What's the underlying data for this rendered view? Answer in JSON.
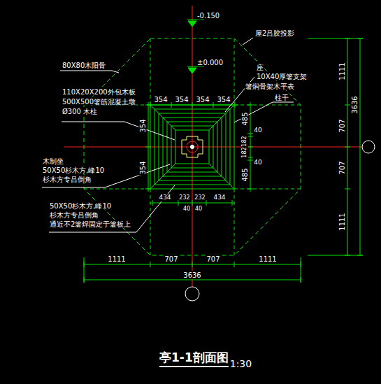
{
  "diagram": {
    "title": "亭1-1剖面图",
    "caption": "1:30",
    "labels": [
      "-0.150",
      "±0.000",
      "屋2吕胶投影",
      "80X80木阳骨",
      "110X20X200外包木板",
      "500X500箸筋混凝土墩",
      "Ø300 木柱",
      "座",
      "10X40厚箸支架",
      "箸焖骨架木平表",
      "柱干",
      "354",
      "354",
      "354",
      "354",
      "354",
      "354",
      "485",
      "40",
      "182",
      "182",
      "40",
      "485",
      "434",
      "232",
      "232",
      "434",
      "40",
      "40",
      "木制坐",
      "50X50杉木方,峰10",
      "杉木方专吕倒角",
      "50X50杉木方,峰10",
      "杉木方专吕倒角",
      "通近不2箸焊固定于箸板上",
      "1111",
      "707",
      "707",
      "1111",
      "3636",
      "1111",
      "707",
      "707",
      "1111",
      "3636"
    ]
  }
}
